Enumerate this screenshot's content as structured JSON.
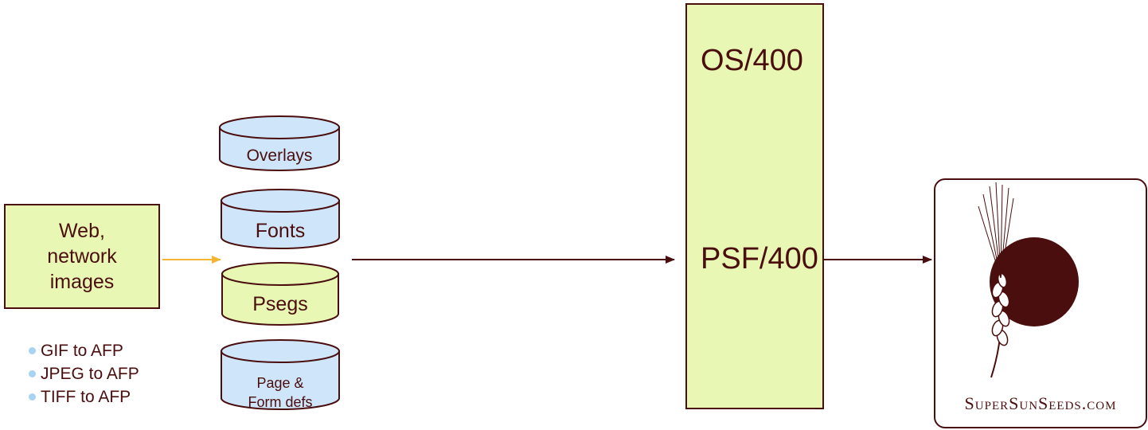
{
  "source_box": {
    "lines": [
      "Web,",
      "network",
      "images"
    ]
  },
  "conversions": [
    "GIF to AFP",
    "JPEG to AFP",
    "TIFF to AFP"
  ],
  "resources": {
    "overlays": "Overlays",
    "fonts": "Fonts",
    "psegs": "Psegs",
    "pagedefs_line1": "Page &",
    "pagedefs_line2": "Form defs"
  },
  "system": {
    "os": "OS/400",
    "psf": "PSF/400"
  },
  "logo": {
    "text": "SuperSunSeeds.com"
  },
  "colors": {
    "dark": "#4a0e0e",
    "green_fill": "#e9f7b5",
    "blue_fill": "#cfe6fa",
    "orange_arrow": "#f5b533",
    "bullet": "#a9d3f3"
  }
}
